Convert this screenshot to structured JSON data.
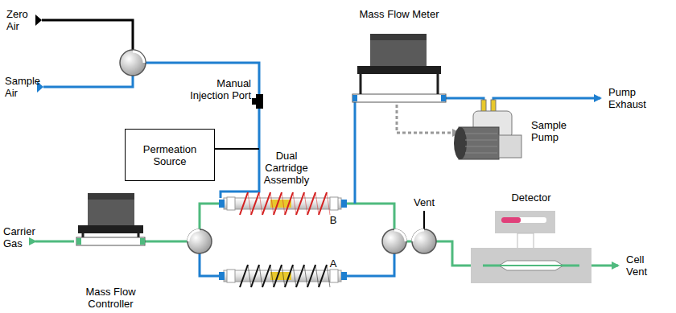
{
  "diagram": {
    "nodes": [
      {
        "text": [
          "Permeation Source"
        ]
      },
      {
        "text": [
          "Mass Flow Meter"
        ]
      },
      {
        "text": [
          "Sample Pump"
        ]
      },
      {
        "text": [
          "Detector"
        ]
      },
      {
        "text": [
          "Mass Flow Controller"
        ]
      }
    ],
    "edges": [
      {
        "from": 1,
        "to": 2,
        "arrow": "none"
      },
      {
        "from": 1,
        "to": 2,
        "arrow": "to"
      }
    ],
    "labels": [
      "Zero Air",
      "Sample Air",
      "Manual Injection Port",
      "Pump Exhaust",
      "Dual Cartridge Assembly",
      "B",
      "A",
      "Vent",
      "Carrier Gas",
      "Cell Vent"
    ]
  }
}
